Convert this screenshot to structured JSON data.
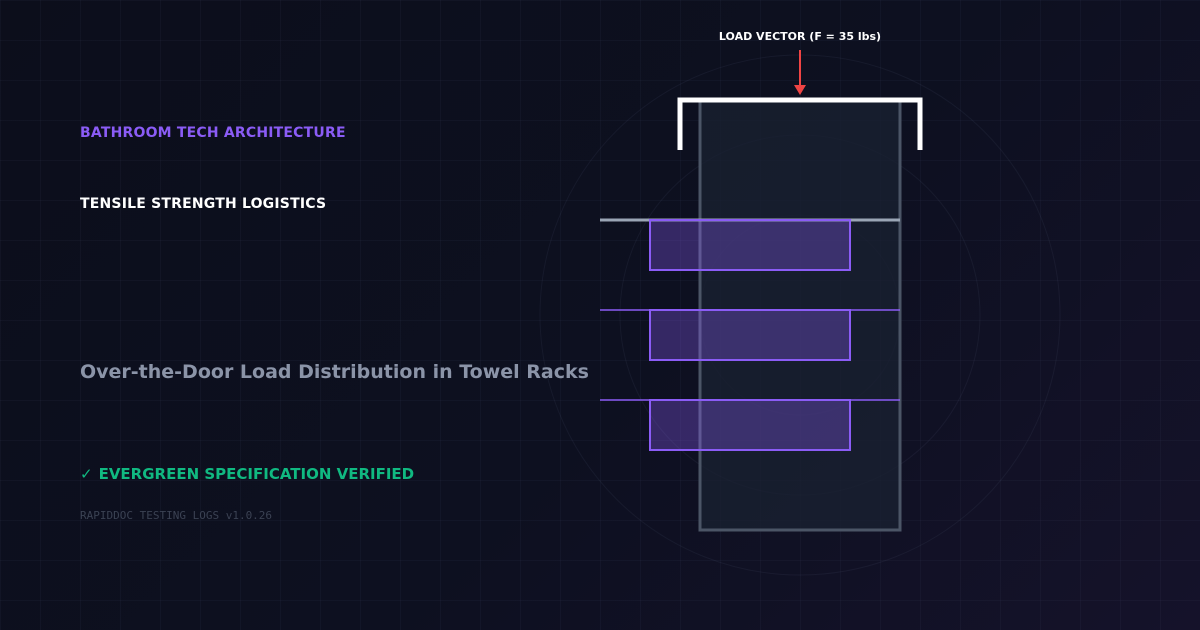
{
  "header": {
    "category": "BATHROOM TECH ARCHITECTURE",
    "subtitle": "TENSILE STRENGTH LOGISTICS",
    "title": "Over-the-Door Load Distribution in Towel Racks"
  },
  "status": {
    "check_glyph": "✓",
    "text": "EVERGREEN SPECIFICATION VERIFIED",
    "color": "#10b981"
  },
  "footer": {
    "logs": "RAPIDDOC TESTING LOGS v1.0.26"
  },
  "diagram": {
    "load_label": "LOAD VECTOR (F = 35 lbs)",
    "arrow_color": "#ef4444",
    "accent_color": "#8b5cf6",
    "door_color": "#4b5566",
    "rack_bars": 3
  },
  "colors": {
    "accent": "#8b5cf6",
    "background": "#0d1020",
    "heading": "#ffffff",
    "muted": "#8b94a8"
  }
}
